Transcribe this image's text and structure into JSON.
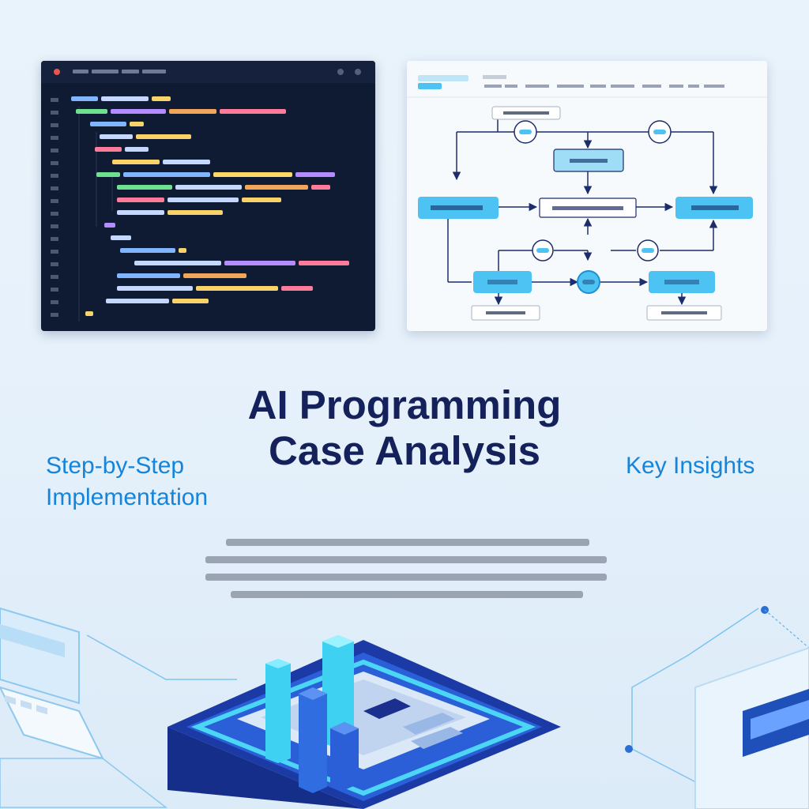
{
  "title_line1": "AI Programming",
  "title_line2": "Case Analysis",
  "left_label_line1": "Step-by-Step",
  "left_label_line2": "Implementation",
  "right_label": "Key Insights",
  "icons": {
    "window_controls": "traffic-light-icon",
    "flow_nodes": "circle-node-icon",
    "server": "server-chip-icon"
  },
  "colors": {
    "title": "#14215a",
    "accent": "#1684d8",
    "code_bg": "#0f1a33",
    "node_fill": "#4cc3f2"
  }
}
